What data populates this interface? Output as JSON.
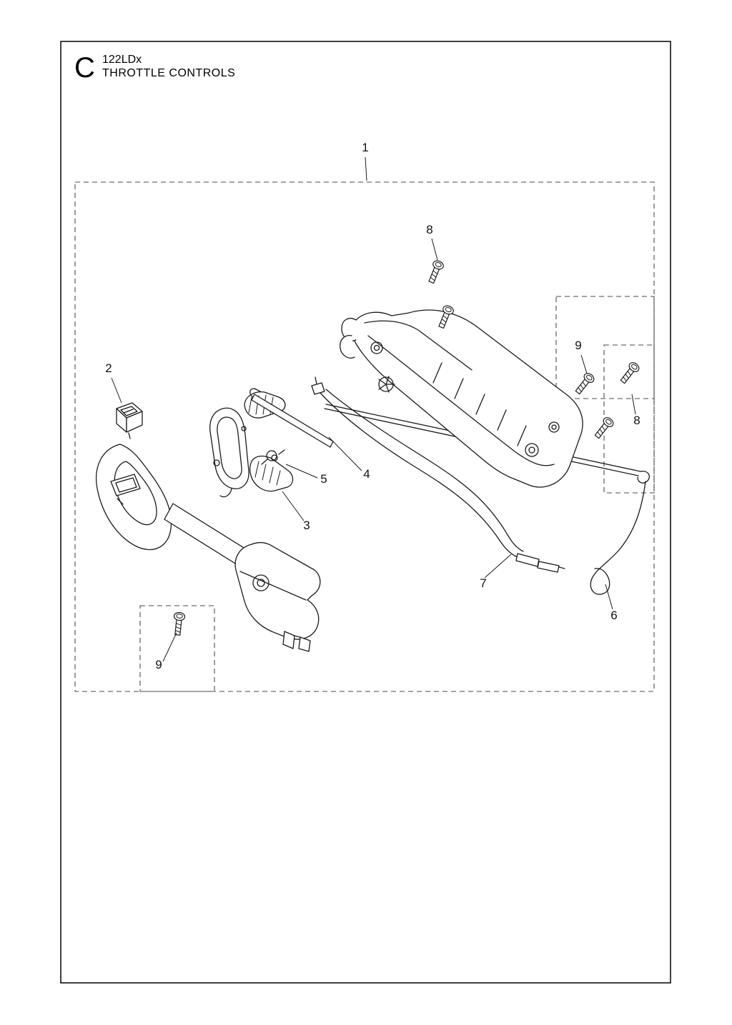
{
  "page": {
    "section_letter": "C",
    "model": "122LDx",
    "title": "THROTTLE CONTROLS"
  },
  "colors": {
    "line": "#1a1a1a",
    "dashed_boundary": "#4a4a4a",
    "background": "#ffffff"
  },
  "callouts": {
    "part1": "1",
    "part2": "2",
    "part3": "3",
    "part4": "4",
    "part5": "5",
    "part6": "6",
    "part7": "7",
    "part8_top": "8",
    "part8_right": "8",
    "part9_right": "9",
    "part9_bottom": "9"
  }
}
